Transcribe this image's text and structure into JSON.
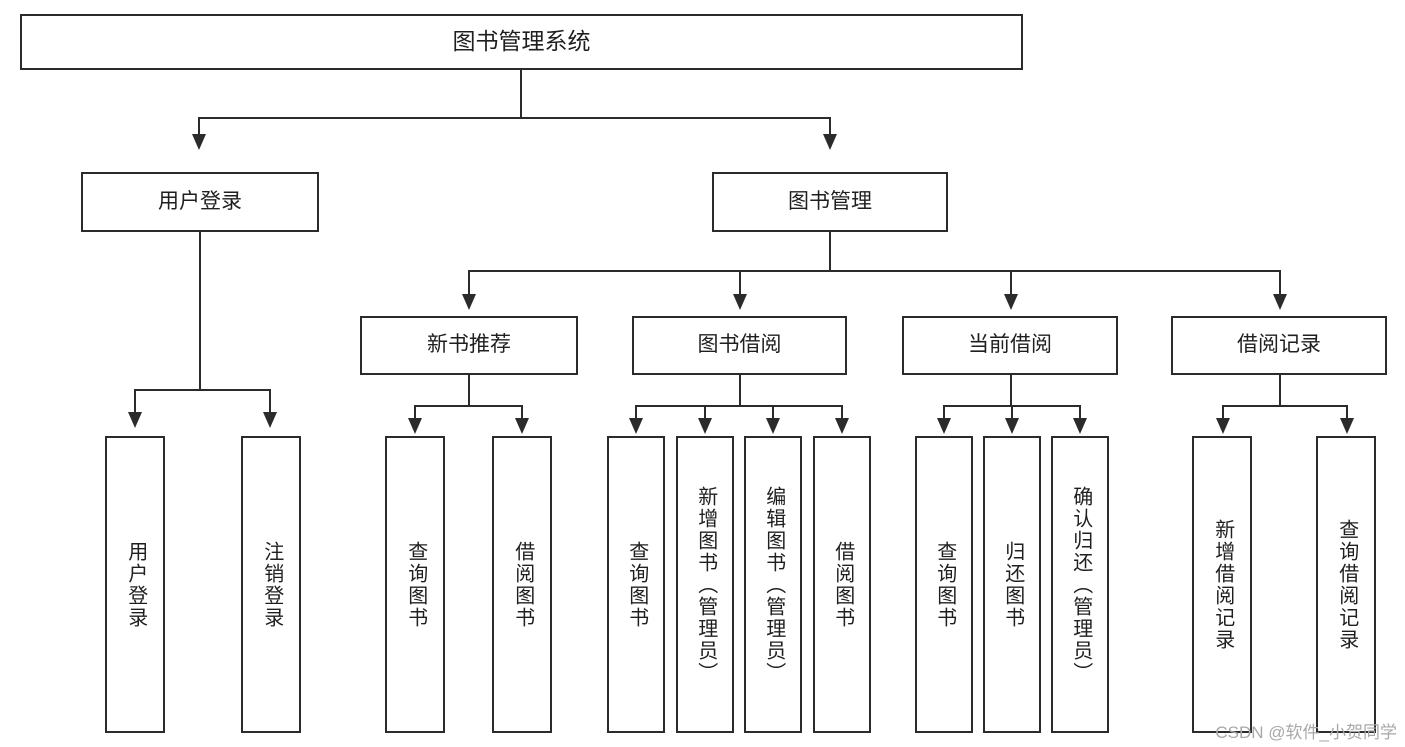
{
  "diagram": {
    "type": "tree-hierarchy",
    "title": "图书管理系统",
    "watermark": "CSDN @软件_小贺同学",
    "colors": {
      "border": "#2b2b2b",
      "text": "#1f1f1f",
      "background": "#ffffff",
      "watermark": "#a8a8a8"
    },
    "root": {
      "label": "图书管理系统",
      "children": [
        {
          "label": "用户登录",
          "children": [
            {
              "label": "用户登录"
            },
            {
              "label": "注销登录"
            }
          ]
        },
        {
          "label": "图书管理",
          "children": [
            {
              "label": "新书推荐",
              "children": [
                {
                  "label": "查询图书"
                },
                {
                  "label": "借阅图书"
                }
              ]
            },
            {
              "label": "图书借阅",
              "children": [
                {
                  "label": "查询图书"
                },
                {
                  "label": "新增图书（管理员）"
                },
                {
                  "label": "编辑图书（管理员）"
                },
                {
                  "label": "借阅图书"
                }
              ]
            },
            {
              "label": "当前借阅",
              "children": [
                {
                  "label": "查询图书"
                },
                {
                  "label": "归还图书"
                },
                {
                  "label": "确认归还（管理员）"
                }
              ]
            },
            {
              "label": "借阅记录",
              "children": [
                {
                  "label": "新增借阅记录"
                },
                {
                  "label": "查询借阅记录"
                }
              ]
            }
          ]
        }
      ]
    },
    "nodes": {
      "root": {
        "label": "图书管理系统"
      },
      "user_login": {
        "label": "用户登录"
      },
      "book_manage": {
        "label": "图书管理"
      },
      "new_book_rec": {
        "label": "新书推荐"
      },
      "book_borrow": {
        "label": "图书借阅"
      },
      "current_borrow": {
        "label": "当前借阅"
      },
      "borrow_record": {
        "label": "借阅记录"
      },
      "leaf_user_login": {
        "label": "用户登录"
      },
      "leaf_user_logout": {
        "label": "注销登录"
      },
      "leaf_nbr_query": {
        "label": "查询图书"
      },
      "leaf_nbr_borrow": {
        "label": "借阅图书"
      },
      "leaf_bb_query": {
        "label": "查询图书"
      },
      "leaf_bb_add": {
        "label": "新增图书（管理员）"
      },
      "leaf_bb_edit": {
        "label": "编辑图书（管理员）"
      },
      "leaf_bb_borrow": {
        "label": "借阅图书"
      },
      "leaf_cb_query": {
        "label": "查询图书"
      },
      "leaf_cb_return": {
        "label": "归还图书"
      },
      "leaf_cb_confirm": {
        "label": "确认归还（管理员）"
      },
      "leaf_br_add": {
        "label": "新增借阅记录"
      },
      "leaf_br_query": {
        "label": "查询借阅记录"
      }
    }
  }
}
